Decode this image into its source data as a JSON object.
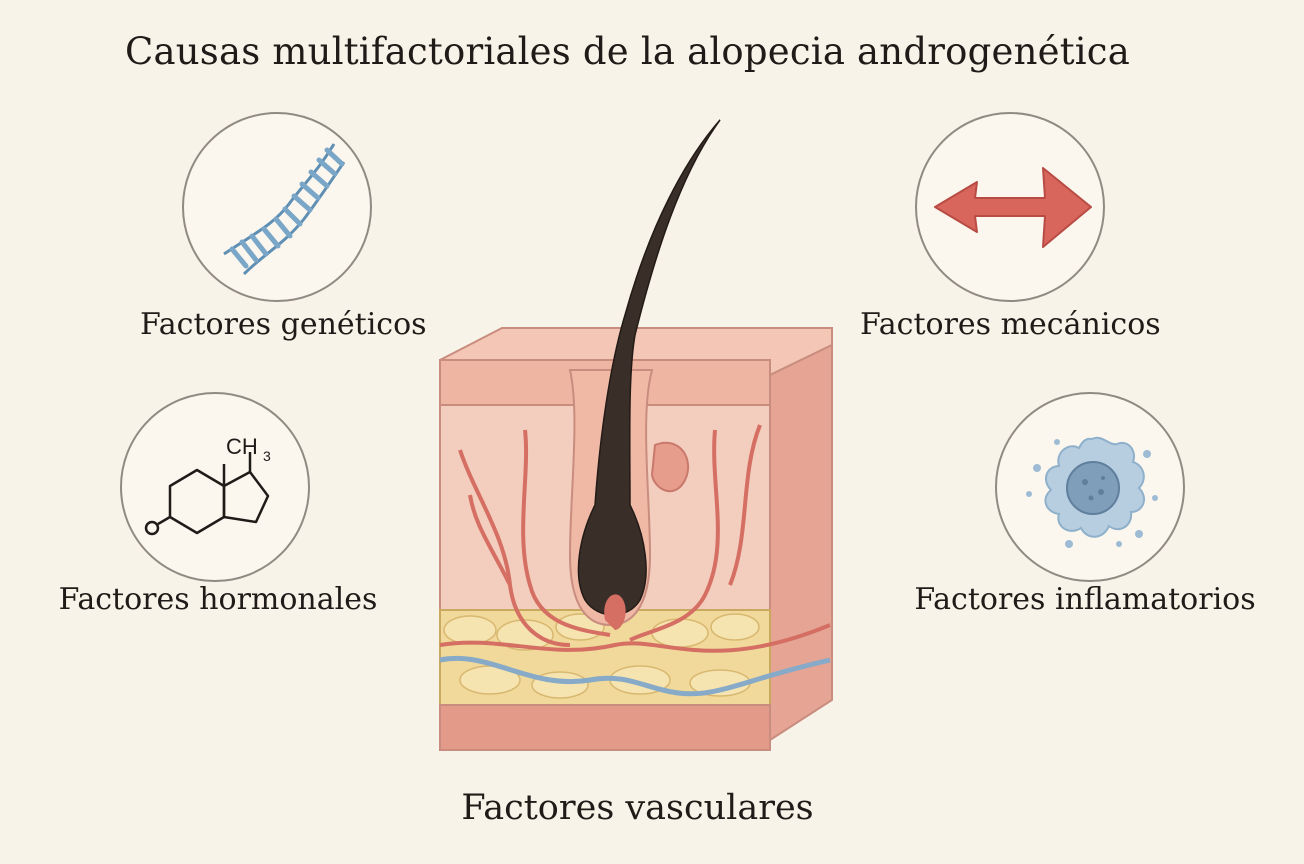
{
  "title": "Causas multifactoriales de la alopecia androgenética",
  "factors": {
    "genetic": {
      "label": "Factores genéticos",
      "icon": "dna-helix-icon"
    },
    "mechanical": {
      "label": "Factores mecánicos",
      "icon": "double-arrow-icon"
    },
    "hormonal": {
      "label": "Factores hormonales",
      "icon": "steroid-molecule-icon",
      "chem_label": "CH",
      "chem_sub": "3"
    },
    "inflammatory": {
      "label": "Factores inflamatorios",
      "icon": "inflammatory-cell-icon"
    },
    "vascular": {
      "label": "Factores vasculares"
    }
  },
  "colors": {
    "background": "#f8f3e8",
    "dna": "#7aa6c7",
    "arrow": "#d8665c",
    "hair": "#3a2e28",
    "skin": "#eeb5a2",
    "fat": "#f0d99a",
    "vessel_red": "#d56f63",
    "vessel_blue": "#86aac7",
    "cell": "#a7c0d6"
  }
}
